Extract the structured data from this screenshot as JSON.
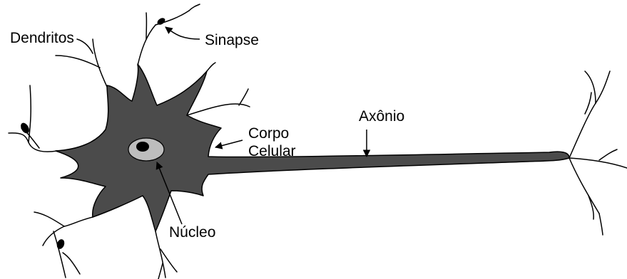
{
  "labels": {
    "dendritos": "Dendritos",
    "sinapse": "Sinapse",
    "corpo": "Corpo",
    "celular": "Celular",
    "axonio": "Axônio",
    "nucleo": "Núcleo"
  },
  "colors": {
    "cell_body": "#4b4b4b",
    "nucleus": "#bdbdbd",
    "nucleolus": "#000000",
    "outline": "#000000",
    "text": "#000000"
  }
}
